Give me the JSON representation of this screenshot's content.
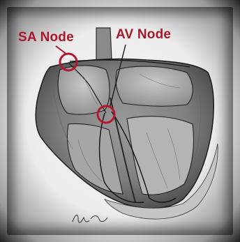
{
  "labels": {
    "sa_node": "SA Node",
    "av_node": "AV Node"
  },
  "colors": {
    "label": "#a8172c",
    "marker": "#b3172e",
    "frame": "#1e1e1e"
  },
  "icons": {
    "sa_marker": "circle-marker",
    "av_marker": "circle-marker",
    "signature": "artist-signature"
  }
}
